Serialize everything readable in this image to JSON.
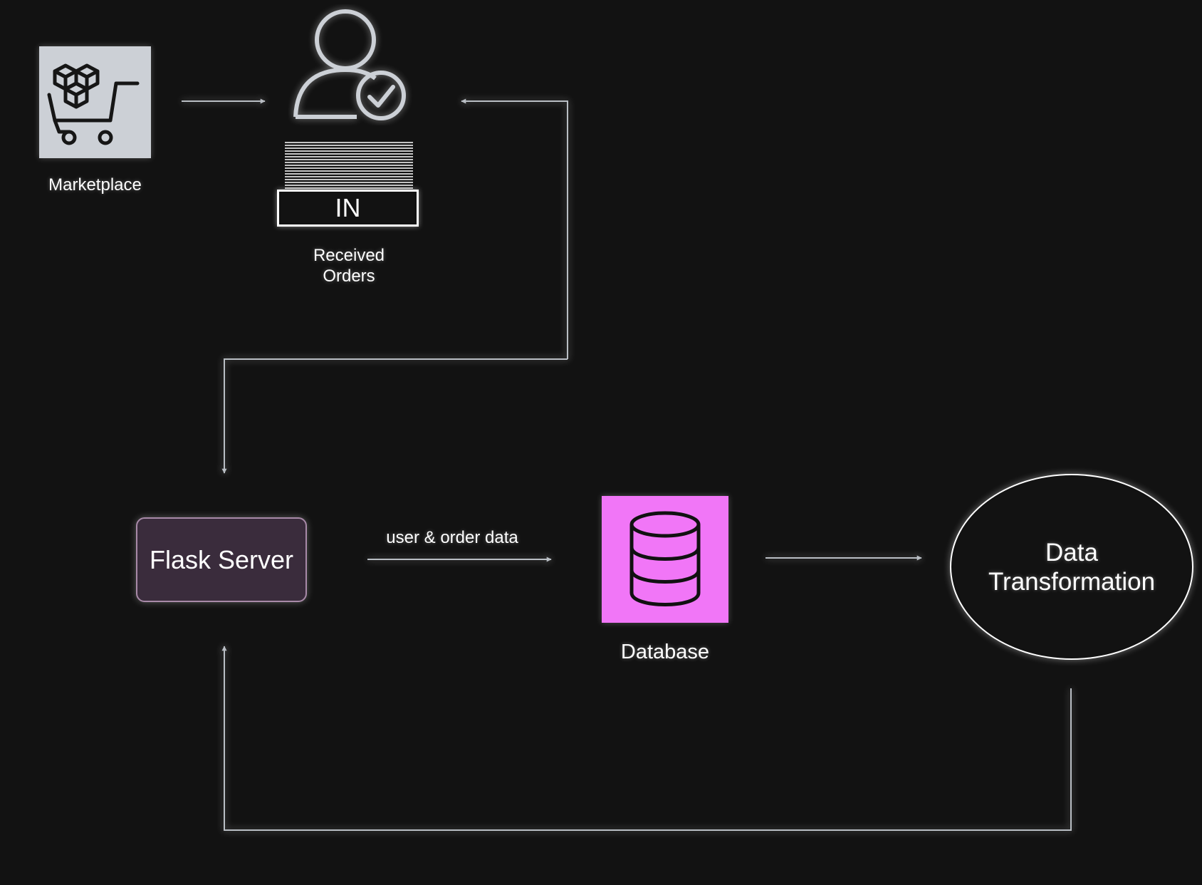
{
  "colors": {
    "background": "#121212",
    "connector": "#b9bec4",
    "marketplace_tile": "#ccd0d6",
    "database_tile": "#f176f7",
    "flask_server_fill": "#3a2c3c",
    "flask_server_border": "#a88aa8"
  },
  "nodes": {
    "marketplace": {
      "label": "Marketplace",
      "icon": "shopping-cart-boxes-icon"
    },
    "received_orders": {
      "icon": "user-check-icon",
      "inbox_icon": "inbox-tray-icon",
      "tray_text": "IN",
      "label_line1": "Received",
      "label_line2": "Orders"
    },
    "flask_server": {
      "label": "Flask Server"
    },
    "database": {
      "label": "Database",
      "icon": "database-cylinder-icon"
    },
    "data_transformation": {
      "label_line1": "Data",
      "label_line2": "Transformation"
    }
  },
  "edges": [
    {
      "from": "marketplace",
      "to": "received_orders",
      "label": ""
    },
    {
      "from": "flask_server",
      "to": "received_orders",
      "label": ""
    },
    {
      "from": "received_orders",
      "to": "flask_server",
      "label": ""
    },
    {
      "from": "flask_server",
      "to": "database",
      "label": "user & order data"
    },
    {
      "from": "database",
      "to": "data_transformation",
      "label": ""
    },
    {
      "from": "data_transformation",
      "to": "flask_server",
      "label": ""
    }
  ]
}
